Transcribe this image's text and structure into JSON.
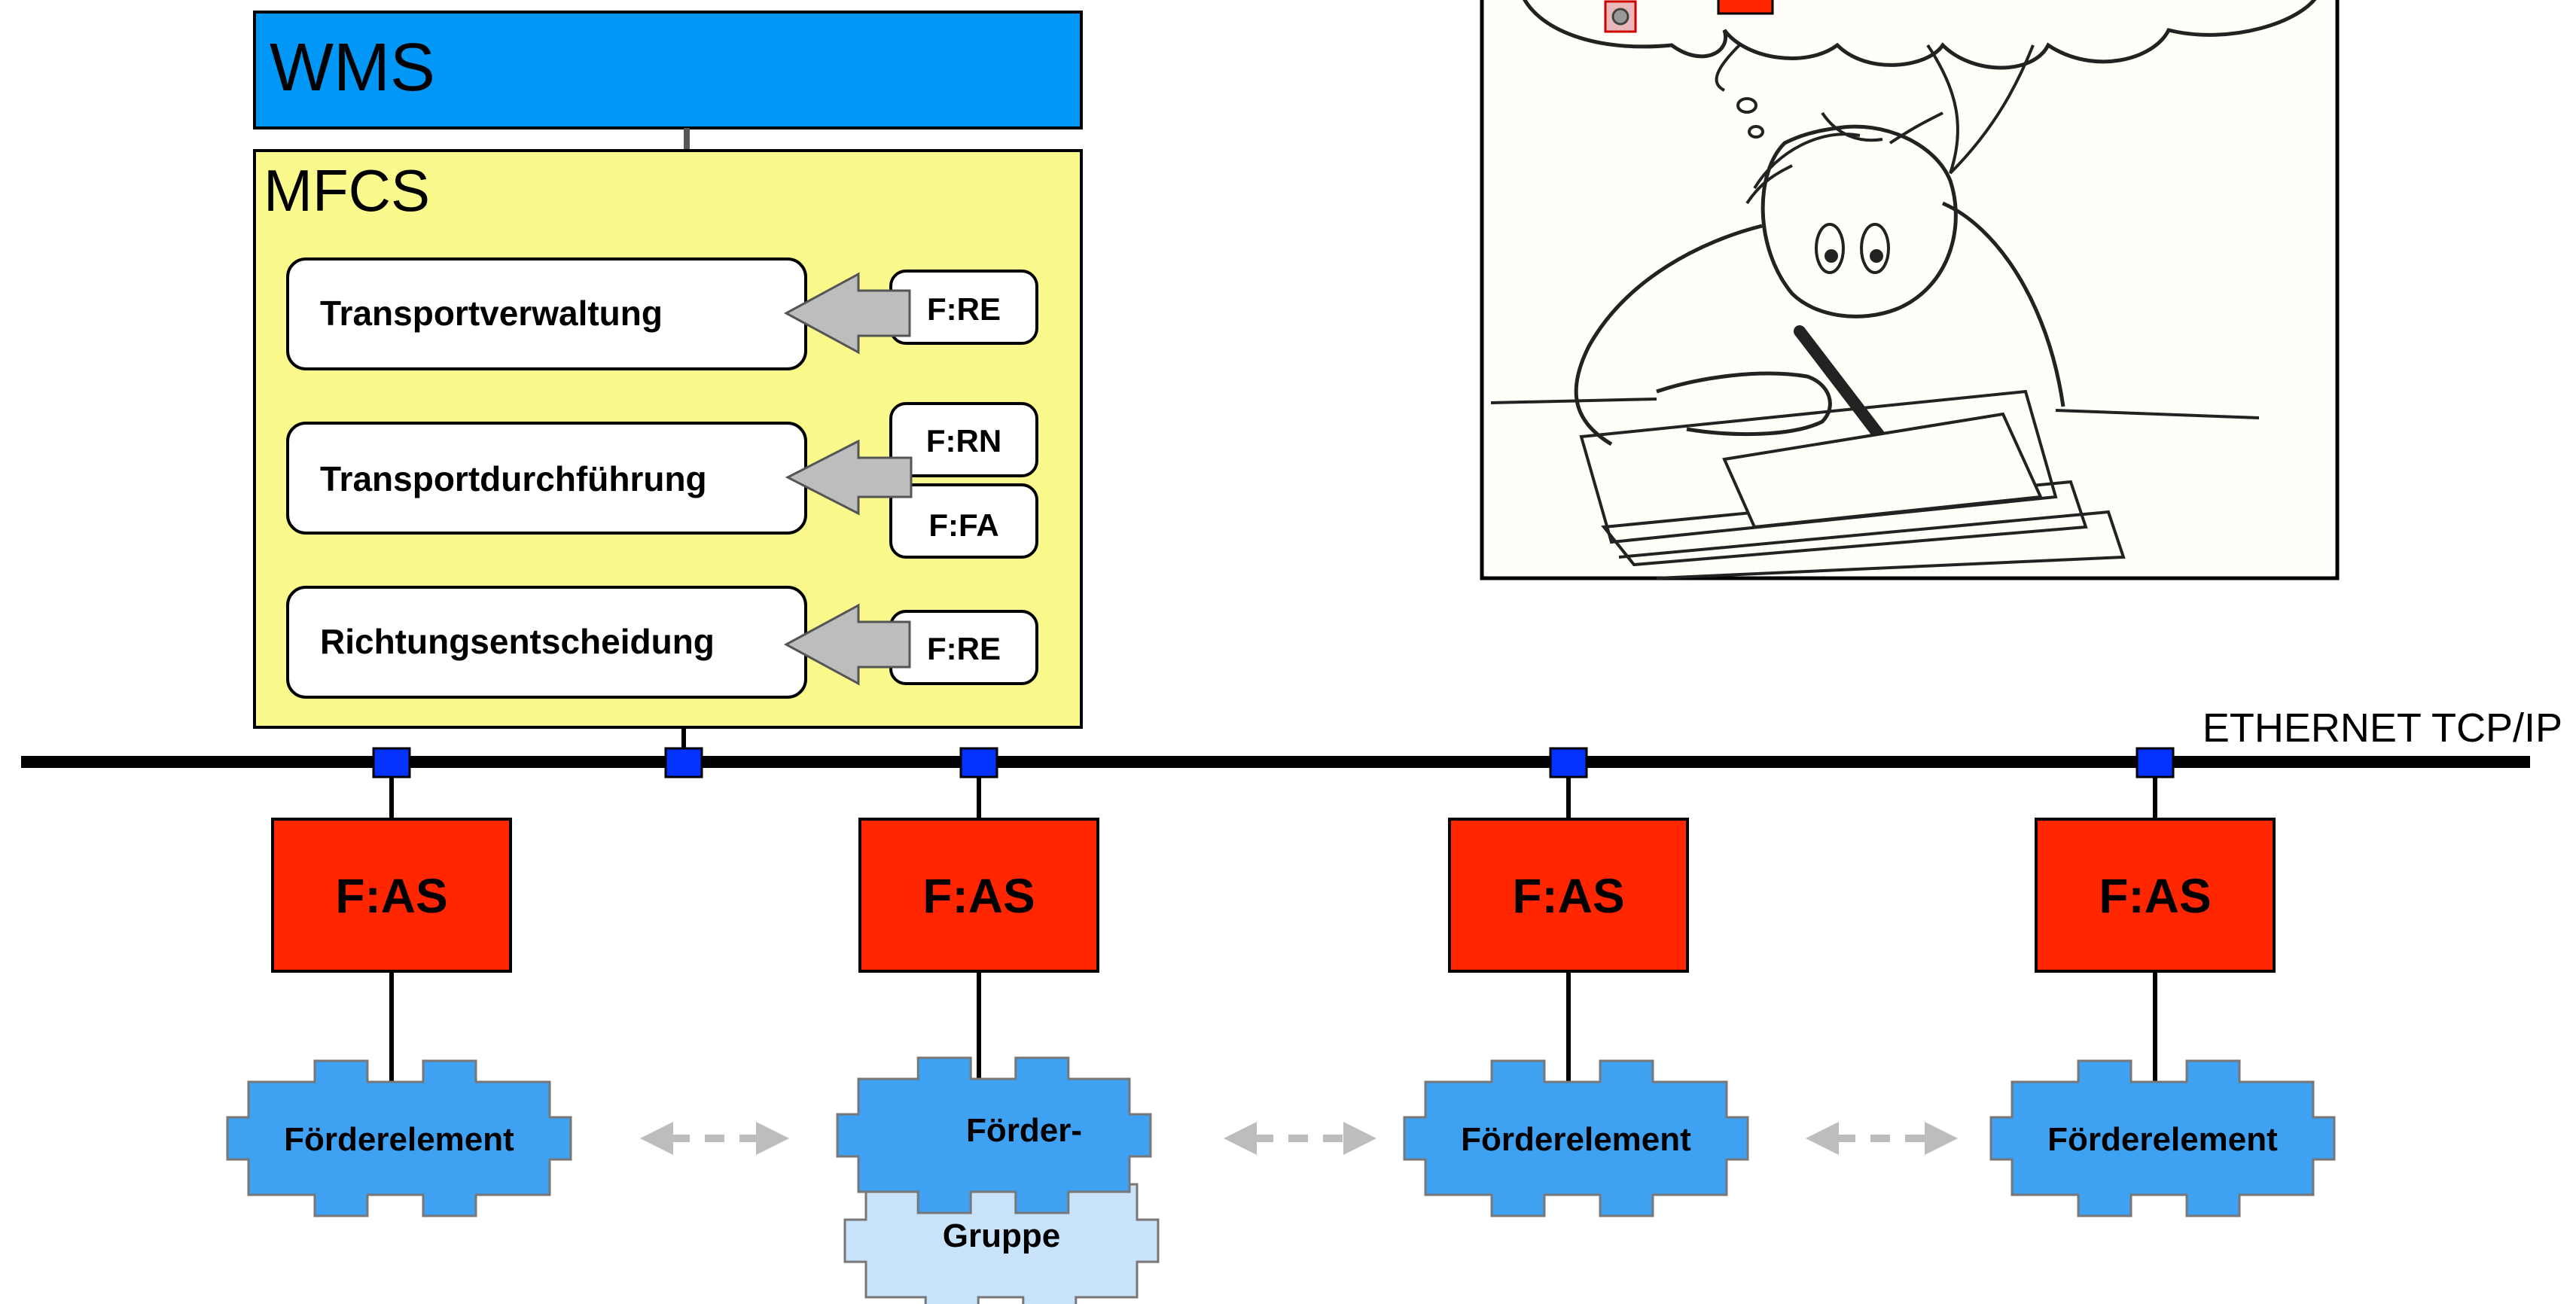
{
  "wms": {
    "label": "WMS"
  },
  "mfcs": {
    "label": "MFCS",
    "functions": [
      {
        "label": "Transportverwaltung",
        "inputs": [
          "F:RE"
        ]
      },
      {
        "label": "Transportdurchführung",
        "inputs": [
          "F:RN",
          "F:FA"
        ]
      },
      {
        "label": "Richtungsentscheidung",
        "inputs": [
          "F:RE"
        ]
      }
    ]
  },
  "network": {
    "label": "ETHERNET TCP/IP"
  },
  "controllers": [
    {
      "label": "F:AS",
      "element": "Förderelement"
    },
    {
      "label": "F:AS",
      "element": "Förder-",
      "element2": "Gruppe"
    },
    {
      "label": "F:AS",
      "element": "Förderelement"
    },
    {
      "label": "F:AS",
      "element": "Förderelement"
    }
  ],
  "colors": {
    "wms": "#0097f6",
    "mfcs": "#fafa8c",
    "controller": "#ff2600",
    "puzzle": "#3fa1f2",
    "puzzle_light": "#c8e2fa",
    "node": "#0433ff",
    "arrow": "#bdbdbd",
    "bus": "#000000"
  },
  "illustration": {
    "name": "person-thinking-writing-cartoon"
  }
}
